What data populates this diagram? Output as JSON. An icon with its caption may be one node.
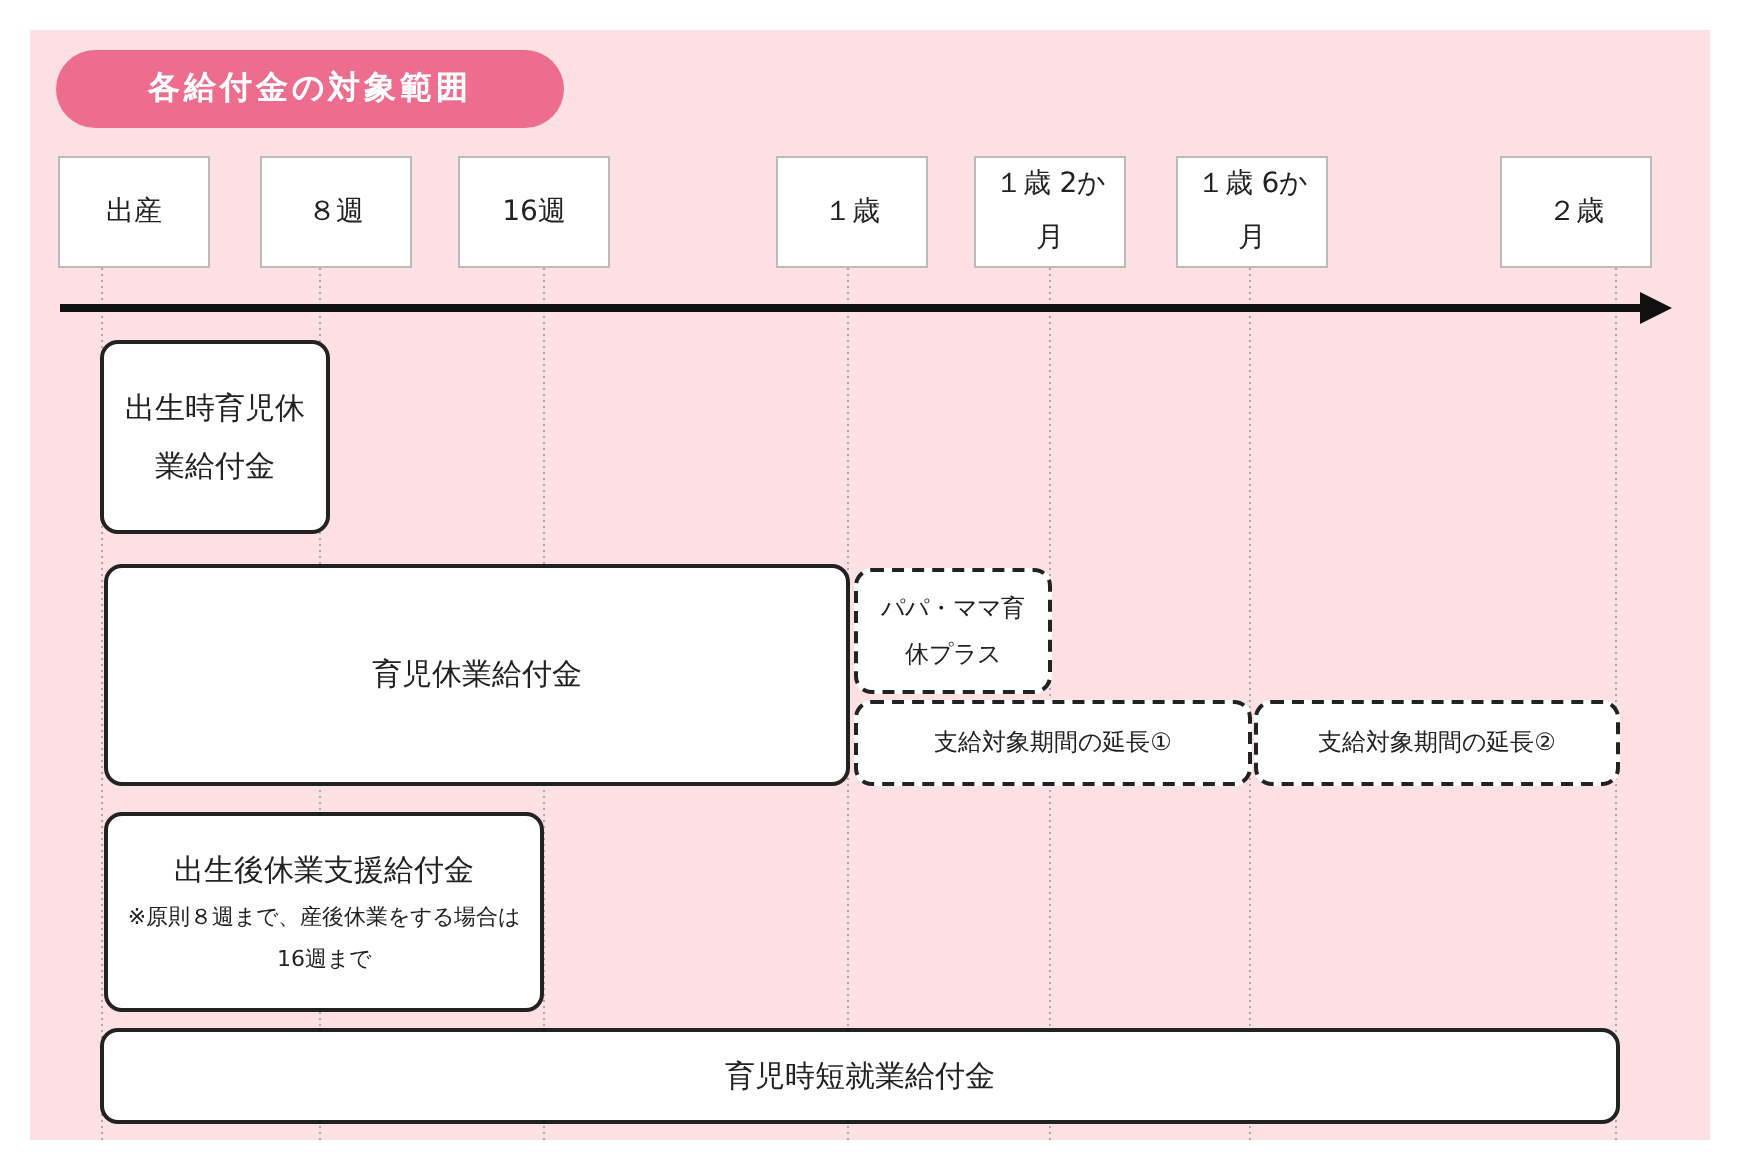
{
  "diagram": {
    "title": "各給付金の対象範囲",
    "nodes": [
      {
        "text": [
          "出産"
        ]
      },
      {
        "text": [
          "８週"
        ]
      },
      {
        "text": [
          "16週"
        ]
      },
      {
        "text": [
          "１歳"
        ]
      },
      {
        "text": [
          "１歳 2か月"
        ]
      },
      {
        "text": [
          "１歳 6か月"
        ]
      },
      {
        "text": [
          "２歳"
        ]
      },
      {
        "text": [
          "出生時育児休業給付金"
        ]
      },
      {
        "text": [
          "育児休業給付金"
        ]
      },
      {
        "text": [
          "パパ・ママ育休プラス"
        ]
      },
      {
        "text": [
          "支給対象期間の延長①"
        ]
      },
      {
        "text": [
          "支給対象期間の延長②"
        ]
      },
      {
        "text": [
          "出生後休業支援給付金",
          "※原則８週まで、産後休業をする場合は16週まで"
        ]
      },
      {
        "text": [
          "育児時短就業給付金"
        ]
      }
    ],
    "edges": []
  }
}
